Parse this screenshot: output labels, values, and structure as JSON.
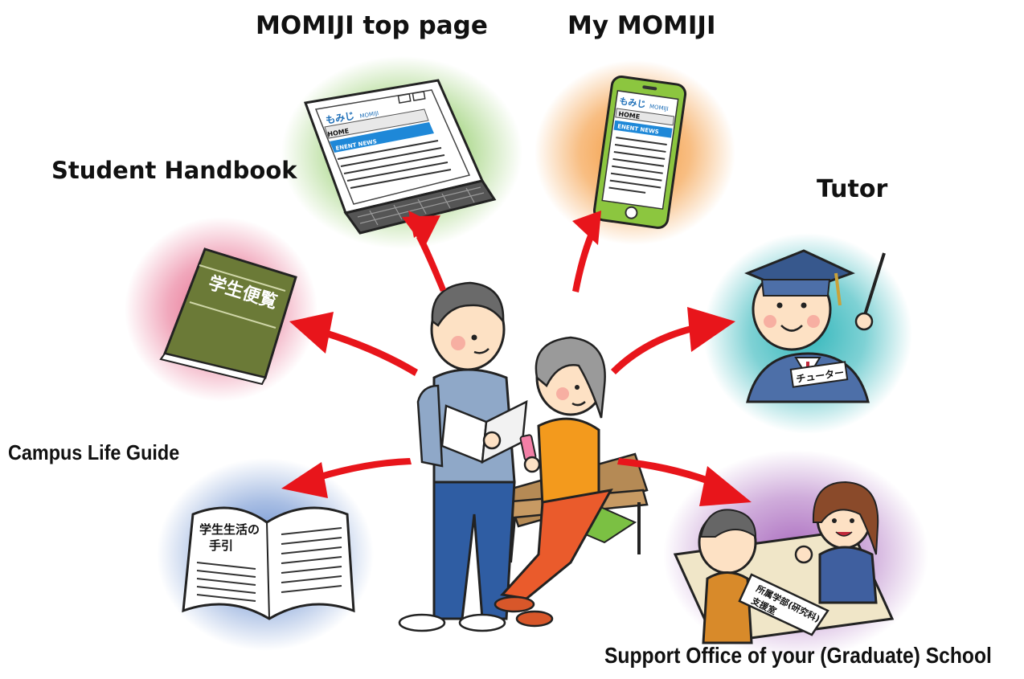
{
  "labels": {
    "top_page": "MOMIJI top page",
    "my_momiji": "My MOMIJI",
    "handbook": "Student Handbook",
    "tutor": "Tutor",
    "campus_guide": "Campus Life Guide",
    "support_office": "Support Office of your (Graduate) School"
  },
  "illustrations": {
    "laptop_logo": "もみじ",
    "laptop_logo_en": "MOMIJI",
    "laptop_home": "HOME",
    "laptop_news": "ENENT NEWS",
    "phone_logo": "もみじ",
    "phone_logo_en": "MOMIJI",
    "phone_home": "HOME",
    "phone_news": "ENENT NEWS",
    "handbook_title": "学生便覧",
    "guide_title_1": "学生生活の",
    "guide_title_2": "手引",
    "tutor_badge": "チューター",
    "office_sign_1": "所属学部(研究科)",
    "office_sign_2": "支援室"
  },
  "colors": {
    "arrow": "#e8151b",
    "glow_green": "#7cc24a",
    "glow_orange": "#f3922f",
    "glow_pink": "#e3527a",
    "glow_teal": "#29b3b8",
    "glow_blue": "#3f6fc2",
    "glow_purple": "#a05ab7",
    "book_green": "#6b7a37",
    "phone_green": "#8cc63f",
    "screen_blue": "#1e88d8"
  }
}
